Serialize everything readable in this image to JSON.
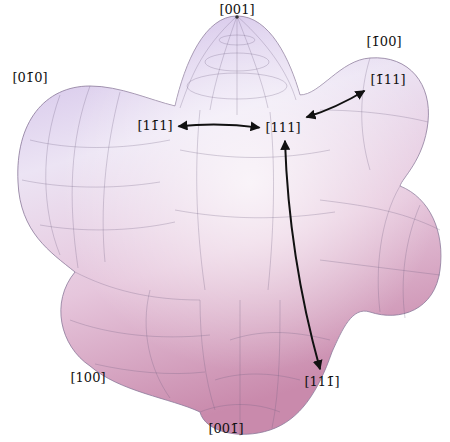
{
  "diagram": {
    "nodes": [
      {
        "text": [
          "[1̄11]"
        ]
      },
      {
        "text": [
          "[11̄1]"
        ]
      },
      {
        "text": [
          "[111]"
        ]
      },
      {
        "text": [
          "[111̄]"
        ]
      }
    ],
    "edges": [
      {
        "from": 2,
        "to": 1,
        "arrow": "both"
      },
      {
        "from": 2,
        "to": 0,
        "arrow": "both"
      },
      {
        "from": 2,
        "to": 3,
        "arrow": "both"
      }
    ],
    "labels": [
      "[001]",
      "[1̄00]",
      "[01̄0]",
      "[100]",
      "[001̄]"
    ]
  }
}
